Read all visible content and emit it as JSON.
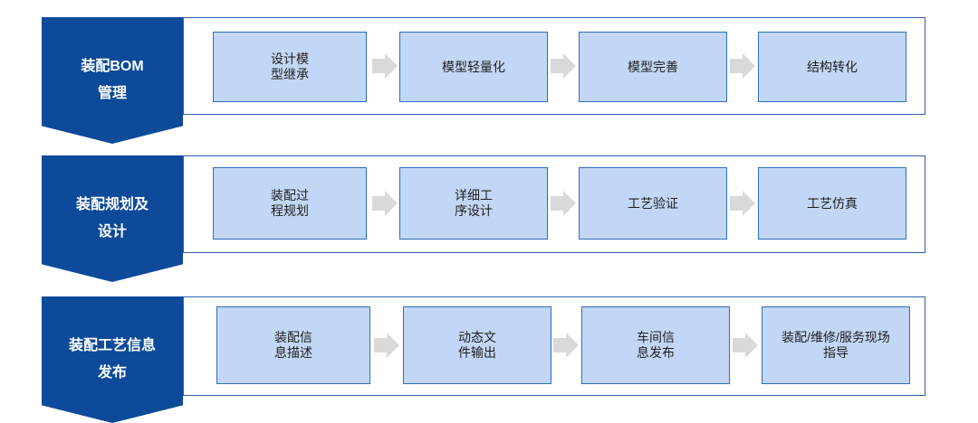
{
  "rows": [
    {
      "label": "装配BOM\n管理",
      "steps": [
        "设计模\n型继承",
        "模型轻量化",
        "模型完善",
        "结构转化"
      ]
    },
    {
      "label": "装配规划及\n设计",
      "steps": [
        "装配过\n程规划",
        "详细工\n序设计",
        "工艺验证",
        "工艺仿真"
      ]
    },
    {
      "label": "装配工艺信息\n发布",
      "steps": [
        "装配信\n息描述",
        "动态文\n件输出",
        "车间信\n息发布",
        "装配/维修/服务现场\n指导"
      ]
    }
  ],
  "colors": {
    "chevron": "#0d4a9a",
    "frame_border": "#2e5fa8",
    "step_fill": "#c2d7f5",
    "step_border": "#2d6cc0",
    "arrow": "#d9d9d9"
  },
  "icons": {
    "connector": "right-arrow-icon"
  }
}
